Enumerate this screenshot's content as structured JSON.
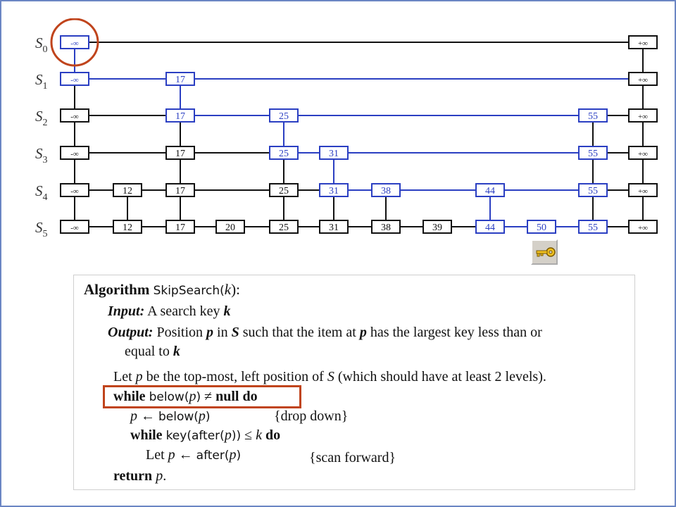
{
  "colors": {
    "black": "#111111",
    "blue": "#2b3fc2",
    "highlight": "#c0441c",
    "frame": "#6b86c4"
  },
  "levels": [
    {
      "base": "S",
      "sub": "5"
    },
    {
      "base": "S",
      "sub": "4"
    },
    {
      "base": "S",
      "sub": "3"
    },
    {
      "base": "S",
      "sub": "2"
    },
    {
      "base": "S",
      "sub": "1"
    },
    {
      "base": "S",
      "sub": "0"
    }
  ],
  "diagram": {
    "columns": [
      {
        "key": "-∞",
        "height": 6,
        "blue_levels": [
          5,
          4
        ]
      },
      {
        "key": "12",
        "height": 2,
        "blue_levels": []
      },
      {
        "key": "17",
        "height": 5,
        "blue_levels": [
          4,
          3
        ]
      },
      {
        "key": "20",
        "height": 1,
        "blue_levels": []
      },
      {
        "key": "25",
        "height": 4,
        "blue_levels": [
          3,
          2
        ]
      },
      {
        "key": "31",
        "height": 3,
        "blue_levels": [
          2,
          1
        ]
      },
      {
        "key": "38",
        "height": 2,
        "blue_levels": [
          1
        ]
      },
      {
        "key": "39",
        "height": 1,
        "blue_levels": []
      },
      {
        "key": "44",
        "height": 2,
        "blue_levels": [
          1,
          0
        ]
      },
      {
        "key": "50",
        "height": 1,
        "blue_levels": [
          0
        ]
      },
      {
        "key": "55",
        "height": 4,
        "blue_levels": [
          3,
          2,
          1,
          0
        ]
      },
      {
        "key": "+∞",
        "height": 6,
        "blue_levels": []
      }
    ],
    "blue_horizontal": [
      {
        "level": 4,
        "from": 0,
        "to": 11
      },
      {
        "level": 3,
        "from": 2,
        "to": 10
      },
      {
        "level": 2,
        "from": 4,
        "to": 10
      },
      {
        "level": 1,
        "from": 5,
        "to": 10
      },
      {
        "level": 0,
        "from": 8,
        "to": 10
      }
    ],
    "blue_vertical": [
      {
        "column": 0,
        "from_level": 5,
        "to_level": 4
      },
      {
        "column": 2,
        "from_level": 4,
        "to_level": 3
      },
      {
        "column": 4,
        "from_level": 3,
        "to_level": 2
      },
      {
        "column": 5,
        "from_level": 2,
        "to_level": 1
      },
      {
        "column": 8,
        "from_level": 1,
        "to_level": 0
      }
    ],
    "circled": {
      "column": 0,
      "level": 5
    }
  },
  "key_button": {
    "icon": "key-icon"
  },
  "algorithm": {
    "title_keyword": "Algorithm",
    "title_name": "SkipSearch",
    "title_open": "(",
    "title_arg": "k",
    "title_close": "):",
    "input_label": "Input:",
    "input_text": "A search key",
    "input_var": "k",
    "output_label": "Output:",
    "output_text_1": "Position",
    "output_p": "p",
    "output_text_2": "in",
    "output_S": "S",
    "output_text_3": "such that the item at",
    "output_p2": "p",
    "output_text_4": "has the largest key less than or",
    "output_line2": "equal to",
    "output_k": "k",
    "let_1": "Let",
    "let_p": "p",
    "let_2": "be the top-most, left position of",
    "let_S": "S",
    "let_3": "(which should have at least 2 levels).",
    "while1_kw": "while",
    "while1_fn": "below(",
    "while1_p": "p",
    "while1_close": ")",
    "while1_neq": "≠",
    "while1_null": "null",
    "while1_do": "do",
    "assign1_p": "p",
    "assign1_arrow": "←",
    "assign1_fn": "below(",
    "assign1_p2": "p",
    "assign1_close": ")",
    "comment1": "{drop down}",
    "while2_kw": "while",
    "while2_fn": "key(after(",
    "while2_p": "p",
    "while2_close": "))",
    "while2_leq": "≤",
    "while2_k": "k",
    "while2_do": "do",
    "let2_kw": "Let",
    "let2_p": "p",
    "let2_arrow": "←",
    "let2_fn": "after(",
    "let2_p2": "p",
    "let2_close": ")",
    "comment2": "{scan forward}",
    "return_kw": "return",
    "return_p": "p",
    "return_dot": "."
  }
}
